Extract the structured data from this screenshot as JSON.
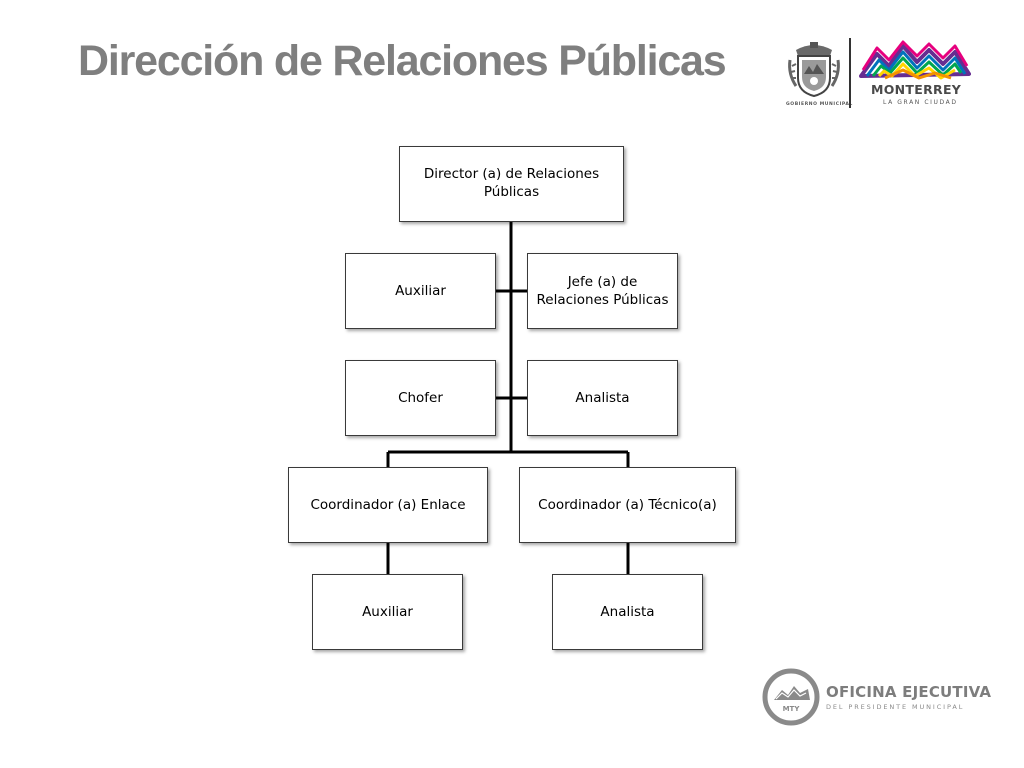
{
  "header": {
    "title": "Dirección de Relaciones Públicas"
  },
  "logos": {
    "crest_caption": "GOBIERNO MUNICIPAL",
    "city_name": "MONTERREY",
    "city_tagline": "LA GRAN CIUDAD",
    "brand_colors": [
      "#e6007e",
      "#f39200",
      "#ffd500",
      "#00a651",
      "#0072bc",
      "#662d91"
    ]
  },
  "org_chart": {
    "director": "Director (a) de Relaciones Públicas",
    "staff_left_1": "Auxiliar",
    "staff_right_1": "Jefe (a) de Relaciones Públicas",
    "staff_left_2": "Chofer",
    "staff_right_2": "Analista",
    "coordinator_left": "Coordinador (a) Enlace",
    "coordinator_right": "Coordinador (a) Técnico(a)",
    "sub_left": "Auxiliar",
    "sub_right": "Analista"
  },
  "footer": {
    "badge_text": "MTY",
    "office_title": "OFICINA EJECUTIVA",
    "office_subtitle": "DEL PRESIDENTE MUNICIPAL"
  }
}
